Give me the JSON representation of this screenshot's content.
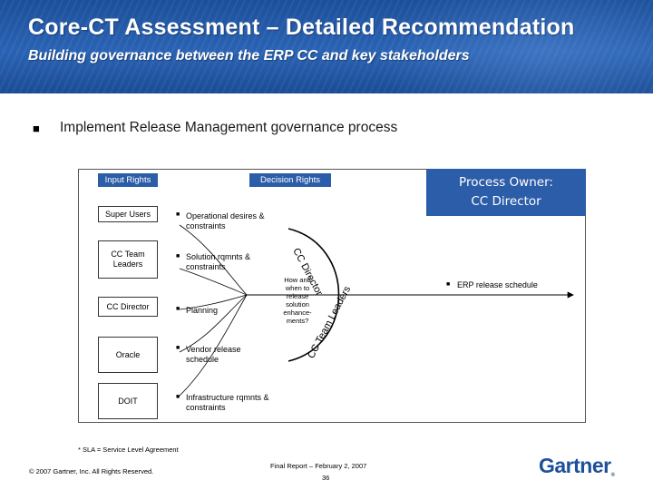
{
  "header": {
    "title": "Core-CT Assessment – Detailed Recommendation",
    "subtitle": "Building governance between the ERP CC and key stakeholders"
  },
  "main": {
    "bullet": "Implement Release Management governance process"
  },
  "diagram": {
    "input_rights": "Input Rights",
    "decision_rights": "Decision Rights",
    "process_owner_line1": "Process Owner:",
    "process_owner_line2": "CC Director",
    "stakeholders": [
      {
        "name": "Super Users",
        "input": "Operational desires & constraints"
      },
      {
        "name": "CC Team Leaders",
        "input": "Solution rqmnts & constraints"
      },
      {
        "name": "CC Director",
        "input": "Planning"
      },
      {
        "name": "Oracle",
        "input": "Vendor release schedule"
      },
      {
        "name": "DOIT",
        "input": "Infrastructure rqmnts & constraints"
      }
    ],
    "decision_center": "How and when to release solution enhance-ments?",
    "top_arc_label": "CC Director",
    "bottom_arc_label": "CC Team Leaders",
    "output": "ERP release schedule",
    "colors": {
      "accent": "#2c5da8",
      "header": "#1c4f9a"
    }
  },
  "footer": {
    "sla_note": "* SLA = Service Level Agreement",
    "copyright": "© 2007 Gartner, Inc. All Rights Reserved.",
    "report": "Final Report – February 2, 2007",
    "page": "36",
    "brand": "Gartner",
    "brand_mark": "®"
  }
}
